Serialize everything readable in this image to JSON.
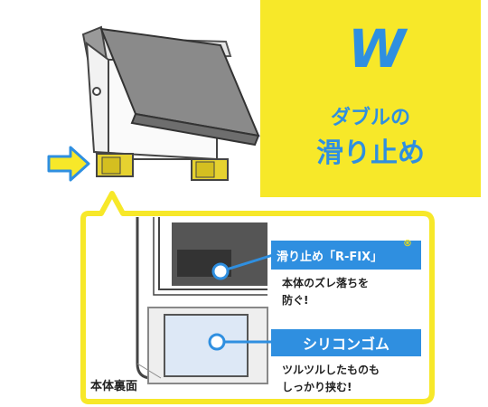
{
  "headline": {
    "logo": "W",
    "line1": "ダブルの",
    "line2": "滑り止め"
  },
  "callouts": {
    "rfix_label": "滑り止め「R-FIX」",
    "rfix_mark": "®",
    "rfix_desc_line1": "本体のズレ落ちを",
    "rfix_desc_line2": "防ぐ!",
    "silicone_label": "シリコンゴム",
    "silicone_desc_line1": "ツルツルしたものも",
    "silicone_desc_line2": "しっかり挟む!"
  },
  "back_label": "本体裏面",
  "colors": {
    "yellow": "#f7e829",
    "blue": "#2f8fe0",
    "device_gray": "#8a8a8a",
    "pad_yellow": "#e6d230",
    "silicone": "#dde8f6"
  }
}
